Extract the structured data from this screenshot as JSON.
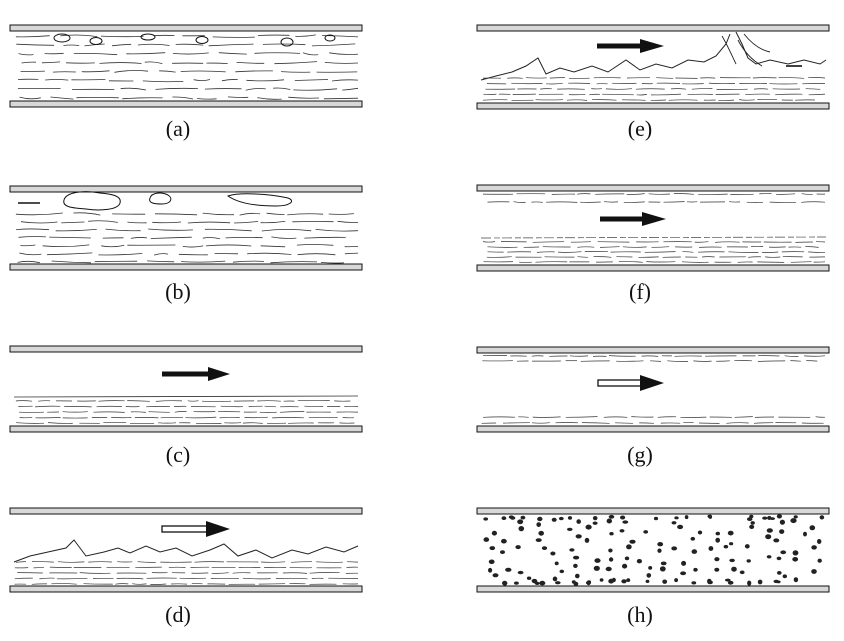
{
  "colors": {
    "ink": "#111111",
    "background": "#ffffff",
    "wall_fill": "#d8d8d8",
    "bubble": "#222222"
  },
  "icons": {
    "flow_arrow_solid": "arrow-right-solid-icon",
    "flow_arrow_hollow": "arrow-right-hollow-icon"
  },
  "panels": [
    {
      "id": "a",
      "label": "(a)",
      "pattern": "wavy-lines-with-bubbles",
      "arrow": "none"
    },
    {
      "id": "b",
      "label": "(b)",
      "pattern": "wavy-lines-with-elongated-bubbles",
      "arrow": "none"
    },
    {
      "id": "c",
      "label": "(c)",
      "pattern": "stratified-smooth",
      "arrow": "solid"
    },
    {
      "id": "d",
      "label": "(d)",
      "pattern": "stratified-wavy",
      "arrow": "hollow"
    },
    {
      "id": "e",
      "label": "(e)",
      "pattern": "slug",
      "arrow": "solid"
    },
    {
      "id": "f",
      "label": "(f)",
      "pattern": "annular",
      "arrow": "solid"
    },
    {
      "id": "g",
      "label": "(g)",
      "pattern": "annular-thin",
      "arrow": "hollow"
    },
    {
      "id": "h",
      "label": "(h)",
      "pattern": "dispersed-dots",
      "arrow": "none"
    }
  ]
}
